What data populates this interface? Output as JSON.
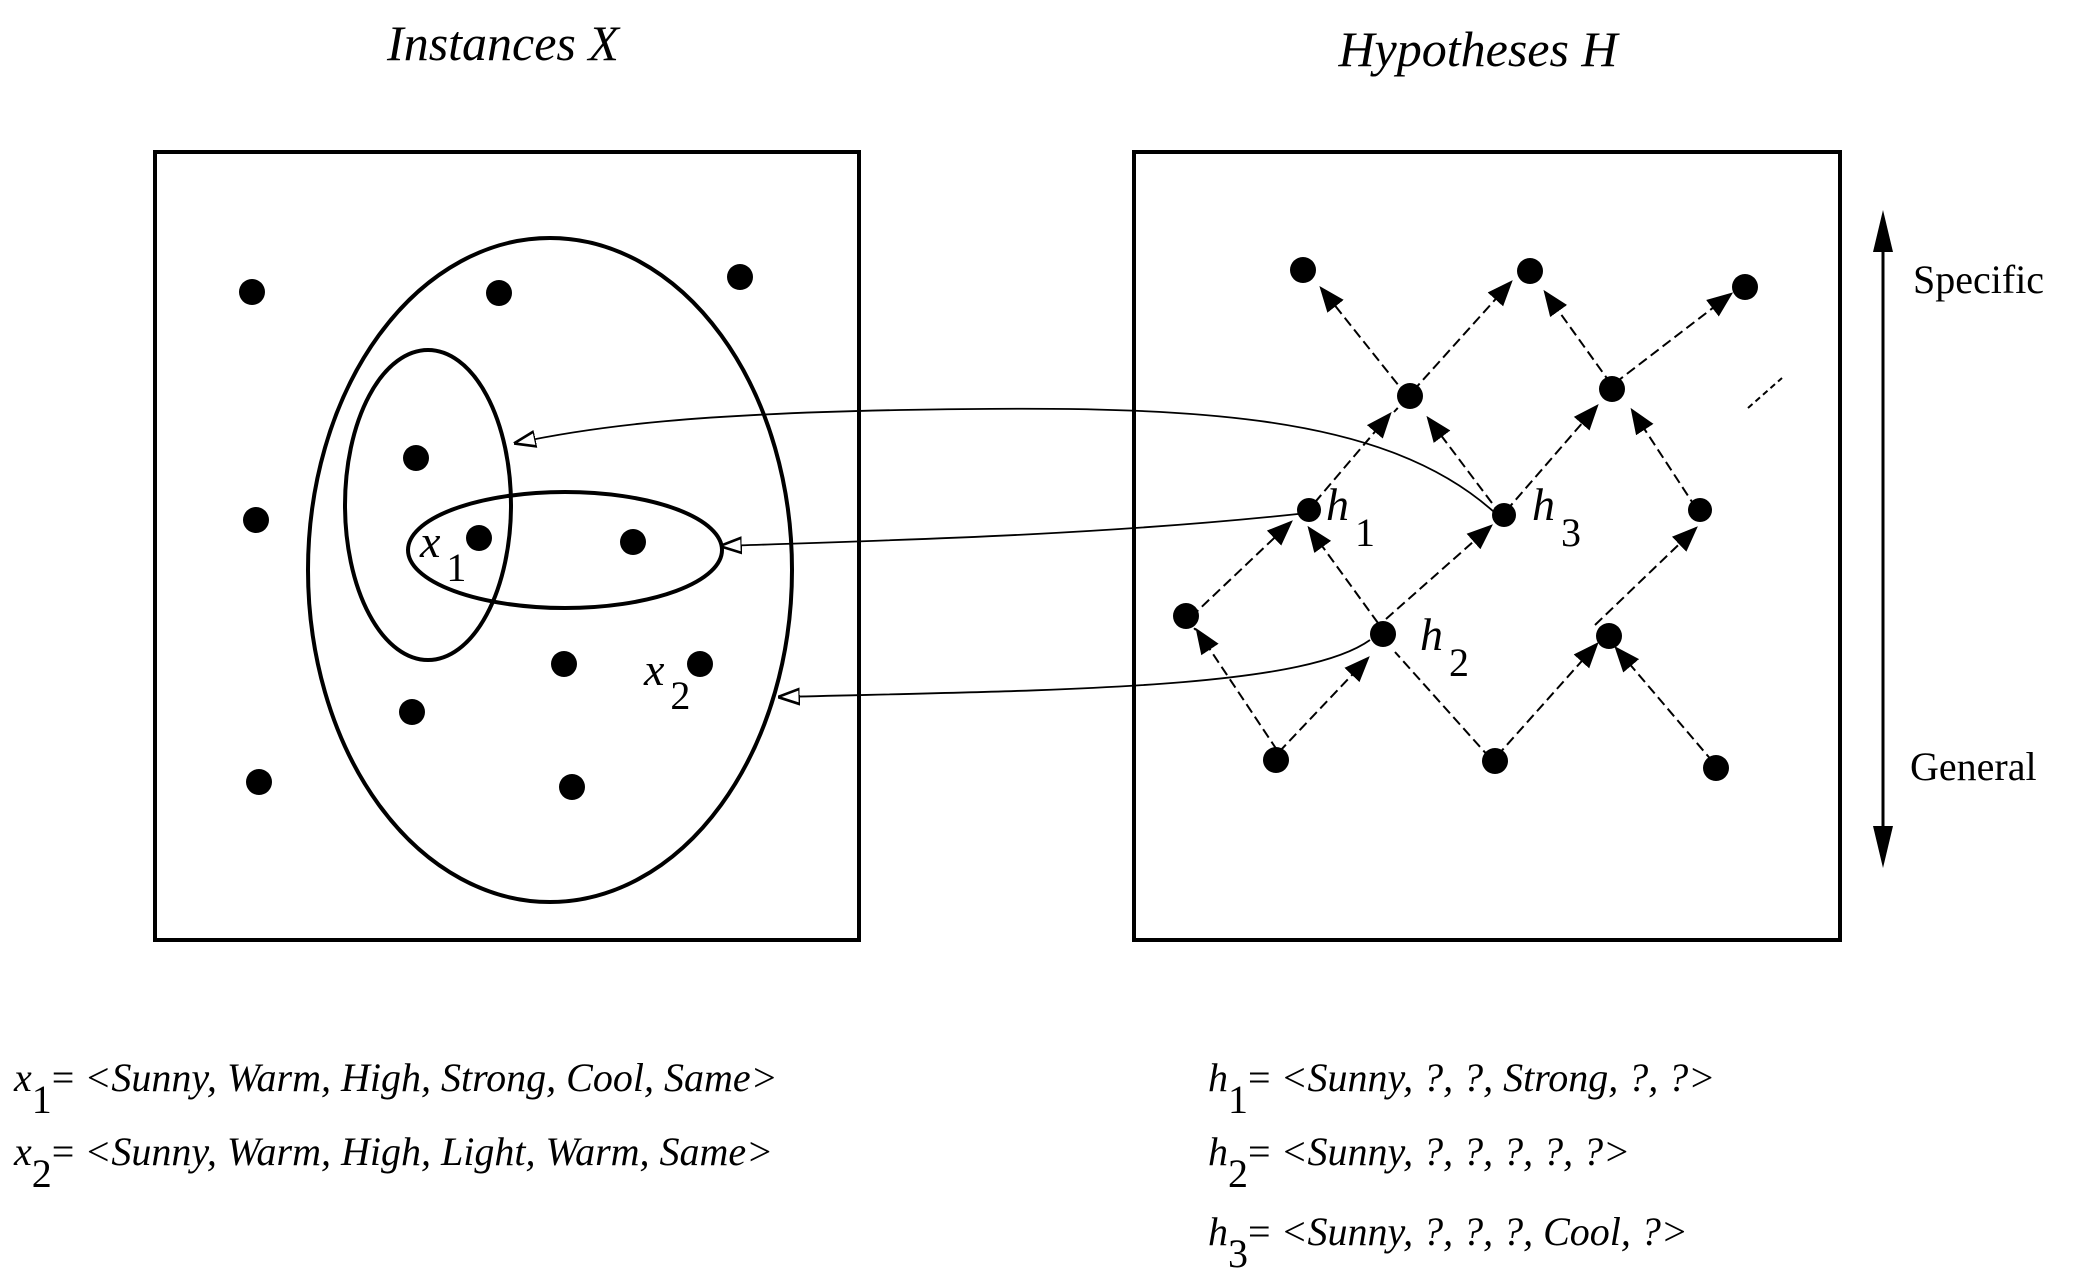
{
  "titles": {
    "instances": "Instances X",
    "hypotheses": "Hypotheses H"
  },
  "axis": {
    "specific": "Specific",
    "general": "General"
  },
  "labels": {
    "x1": {
      "var": "x",
      "sub": "1"
    },
    "x2": {
      "var": "x",
      "sub": "2"
    },
    "h1": {
      "var": "h",
      "sub": "1"
    },
    "h2": {
      "var": "h",
      "sub": "2"
    },
    "h3": {
      "var": "h",
      "sub": "3"
    }
  },
  "definitions": {
    "instances": [
      {
        "var": "x",
        "sub": "1",
        "eq": "=",
        "value": "<Sunny, Warm, High, Strong, Cool, Same>"
      },
      {
        "var": "x",
        "sub": "2",
        "eq": "=",
        "value": "<Sunny, Warm, High, Light, Warm, Same>"
      }
    ],
    "hypotheses": [
      {
        "var": "h",
        "sub": "1",
        "eq": "=",
        "value": "<Sunny, ?, ?, Strong, ?, ?>"
      },
      {
        "var": "h",
        "sub": "2",
        "eq": "=",
        "value": "<Sunny, ?, ?, ?, ?, ?>"
      },
      {
        "var": "h",
        "sub": "3",
        "eq": "=",
        "value": "<Sunny, ?, ?, ?, Cool, ?>"
      }
    ]
  }
}
